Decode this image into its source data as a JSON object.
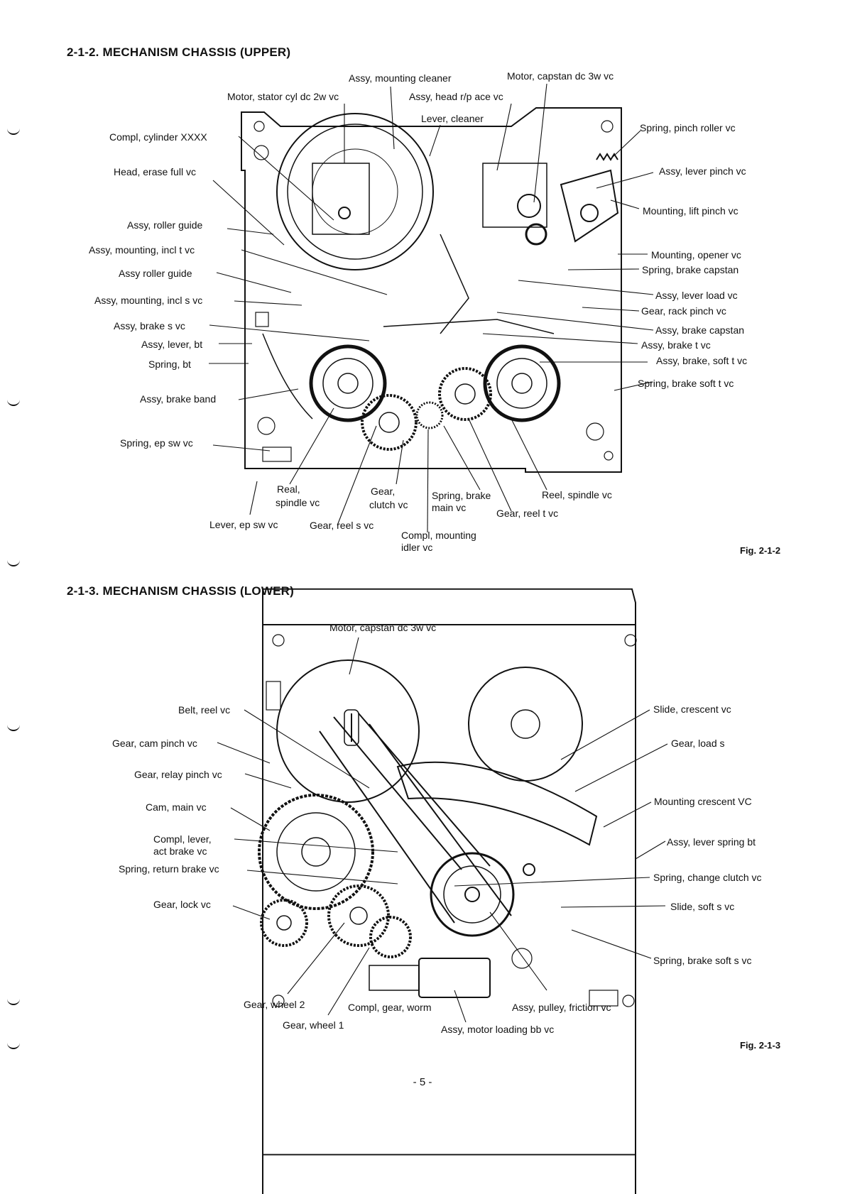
{
  "upper": {
    "heading": "2-1-2. MECHANISM CHASSIS (UPPER)",
    "fig": "Fig. 2-1-2",
    "labels": {
      "mounting_cleaner": "Assy, mounting cleaner",
      "motor_capstan": "Motor, capstan dc 3w vc",
      "motor_stator": "Motor, stator cyl dc 2w vc",
      "head_rp": "Assy, head r/p ace vc",
      "lever_cleaner": "Lever, cleaner",
      "compl_cylinder": "Compl, cylinder XXXX",
      "spring_pinch": "Spring, pinch roller vc",
      "head_erase": "Head, erase full vc",
      "lever_pinch": "Assy, lever pinch vc",
      "lift_pinch": "Mounting, lift pinch vc",
      "roller_guide_1": "Assy, roller guide",
      "mounting_incl_t": "Assy, mounting, incl t vc",
      "opener": "Mounting, opener vc",
      "brake_capstan_spring": "Spring, brake capstan",
      "roller_guide_2": "Assy roller guide",
      "lever_load": "Assy, lever load vc",
      "mounting_incl_s": "Assy, mounting, incl s vc",
      "rack_pinch": "Gear, rack pinch vc",
      "brake_s": "Assy, brake s vc",
      "brake_capstan": "Assy, brake capstan",
      "lever_bt": "Assy, lever, bt",
      "brake_t": "Assy, brake t vc",
      "spring_bt": "Spring, bt",
      "brake_soft_t": "Assy, brake, soft t vc",
      "spring_brake_soft_t": "Spring, brake soft t vc",
      "brake_band": "Assy, brake band",
      "spring_ep_sw": "Spring, ep sw vc",
      "real": "Real,",
      "spindle": "spindle vc",
      "gear": "Gear,",
      "clutch": "clutch vc",
      "spring_brake": "Spring, brake",
      "main_vc": "main vc",
      "reel_spindle": "Reel, spindle vc",
      "gear_reel_t": "Gear, reel t vc",
      "lever_ep_sw": "Lever, ep sw vc",
      "gear_reel_s": "Gear, reel s vc",
      "compl_mounting": "Compl, mounting",
      "idler": "idler vc"
    }
  },
  "lower": {
    "heading": "2-1-3. MECHANISM CHASSIS (LOWER)",
    "fig": "Fig. 2-1-3",
    "labels": {
      "motor_capstan": "Motor, capstan dc 3w vc",
      "belt_reel": "Belt, reel vc",
      "slide_crescent": "Slide, crescent vc",
      "gear_cam_pinch": "Gear, cam pinch vc",
      "gear_load_s": "Gear, load s",
      "gear_relay_pinch": "Gear, relay pinch vc",
      "cam_main": "Cam, main vc",
      "mounting_crescent": "Mounting crescent VC",
      "compl_lever": "Compl, lever,",
      "act_brake": "act brake vc",
      "lever_spring_bt": "Assy, lever spring bt",
      "spring_return_brake": "Spring, return brake vc",
      "spring_change_clutch": "Spring, change clutch vc",
      "gear_lock": "Gear, lock vc",
      "slide_soft_s": "Slide, soft s vc",
      "spring_brake_soft_s": "Spring, brake soft s vc",
      "gear_wheel_2": "Gear, wheel 2",
      "compl_gear_worm": "Compl, gear, worm",
      "pulley_friction": "Assy, pulley, friction vc",
      "gear_wheel_1": "Gear, wheel 1",
      "motor_loading": "Assy, motor loading bb vc"
    }
  },
  "page_number": "- 5 -"
}
